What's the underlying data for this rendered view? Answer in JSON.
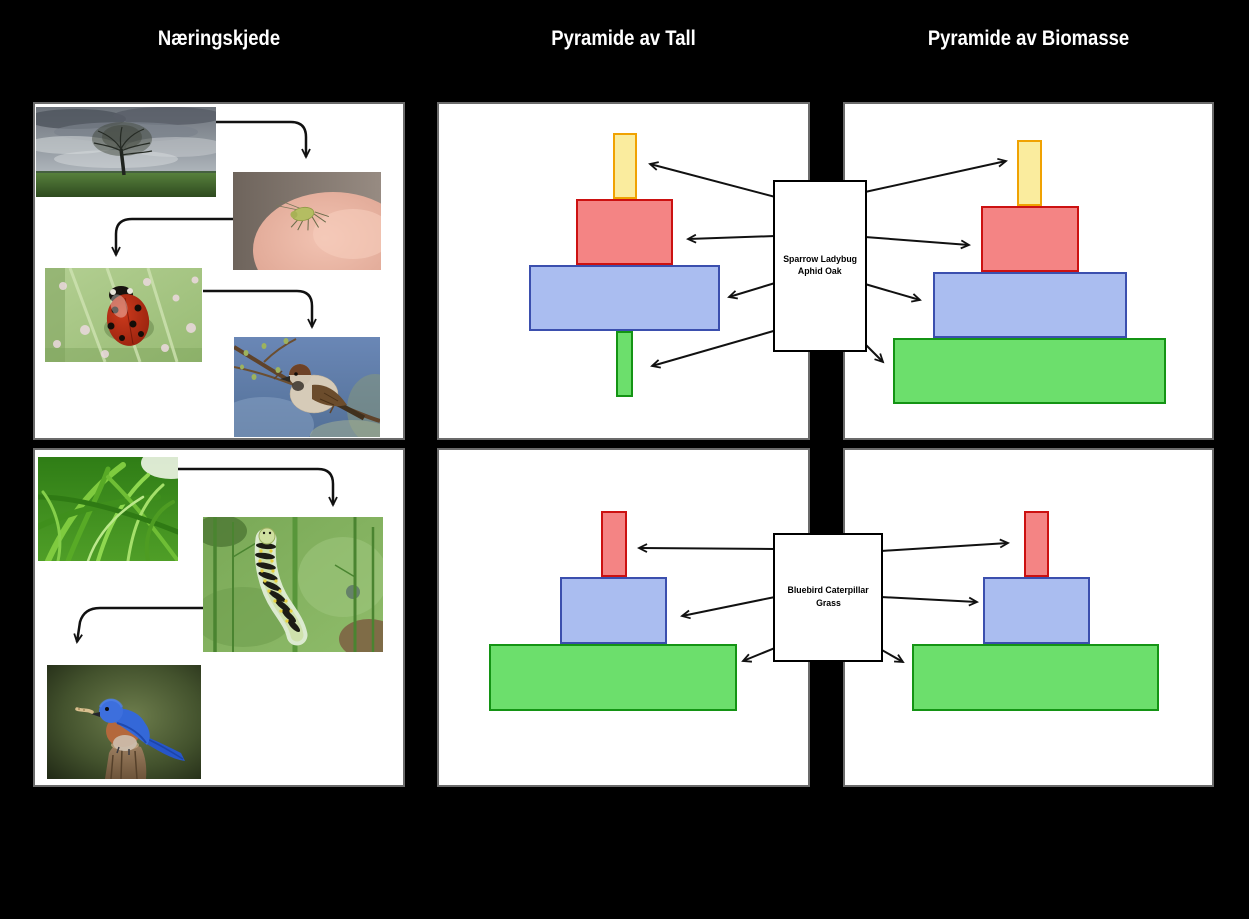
{
  "headers": [
    {
      "label": "Næringskjede"
    },
    {
      "label": "Pyramide av Tall"
    },
    {
      "label": "Pyramide av Biomasse"
    }
  ],
  "palette": {
    "background": "#000000",
    "cell_background": "#ffffff",
    "cell_border": "#6b6b6b",
    "arrow": "#111111",
    "levels": {
      "yellow": {
        "fill": "#faec9e",
        "border": "#f0a202"
      },
      "red": {
        "fill": "#f48484",
        "border": "#cc1111"
      },
      "blue": {
        "fill": "#aabdf0",
        "border": "#3b4fae"
      },
      "green": {
        "fill": "#6cdf6c",
        "border": "#149414"
      }
    }
  },
  "rows": [
    {
      "food_chain": {
        "photos": [
          {
            "label": "Oak tree in stormy field"
          },
          {
            "label": "Aphid on finger"
          },
          {
            "label": "Ladybug on leaf"
          },
          {
            "label": "Sparrow on branch"
          }
        ]
      },
      "label_box": {
        "line1": "Sparrow Ladybug",
        "line2": "Aphid Oak"
      },
      "pyramid_of_numbers": {
        "type": "pyramid",
        "levels": [
          {
            "organism": "Sparrow",
            "color": "yellow",
            "relative_width": 24
          },
          {
            "organism": "Ladybug",
            "color": "red",
            "relative_width": 97
          },
          {
            "organism": "Aphid",
            "color": "blue",
            "relative_width": 191
          },
          {
            "organism": "Oak",
            "color": "green",
            "relative_width": 17
          }
        ]
      },
      "pyramid_of_biomass": {
        "type": "pyramid",
        "levels": [
          {
            "organism": "Sparrow",
            "color": "yellow",
            "relative_width": 25
          },
          {
            "organism": "Ladybug",
            "color": "red",
            "relative_width": 98
          },
          {
            "organism": "Aphid",
            "color": "blue",
            "relative_width": 194
          },
          {
            "organism": "Oak",
            "color": "green",
            "relative_width": 273
          }
        ]
      }
    },
    {
      "food_chain": {
        "photos": [
          {
            "label": "Grass"
          },
          {
            "label": "Caterpillar on stem"
          },
          {
            "label": "Bluebird with grub"
          }
        ]
      },
      "label_box": {
        "line1": "Bluebird Caterpillar",
        "line2": "Grass"
      },
      "pyramid_of_numbers": {
        "type": "pyramid",
        "levels": [
          {
            "organism": "Bluebird",
            "color": "red",
            "relative_width": 26
          },
          {
            "organism": "Caterpillar",
            "color": "blue",
            "relative_width": 107
          },
          {
            "organism": "Grass",
            "color": "green",
            "relative_width": 248
          }
        ]
      },
      "pyramid_of_biomass": {
        "type": "pyramid",
        "levels": [
          {
            "organism": "Bluebird",
            "color": "red",
            "relative_width": 25
          },
          {
            "organism": "Caterpillar",
            "color": "blue",
            "relative_width": 107
          },
          {
            "organism": "Grass",
            "color": "green",
            "relative_width": 247
          }
        ]
      }
    }
  ]
}
